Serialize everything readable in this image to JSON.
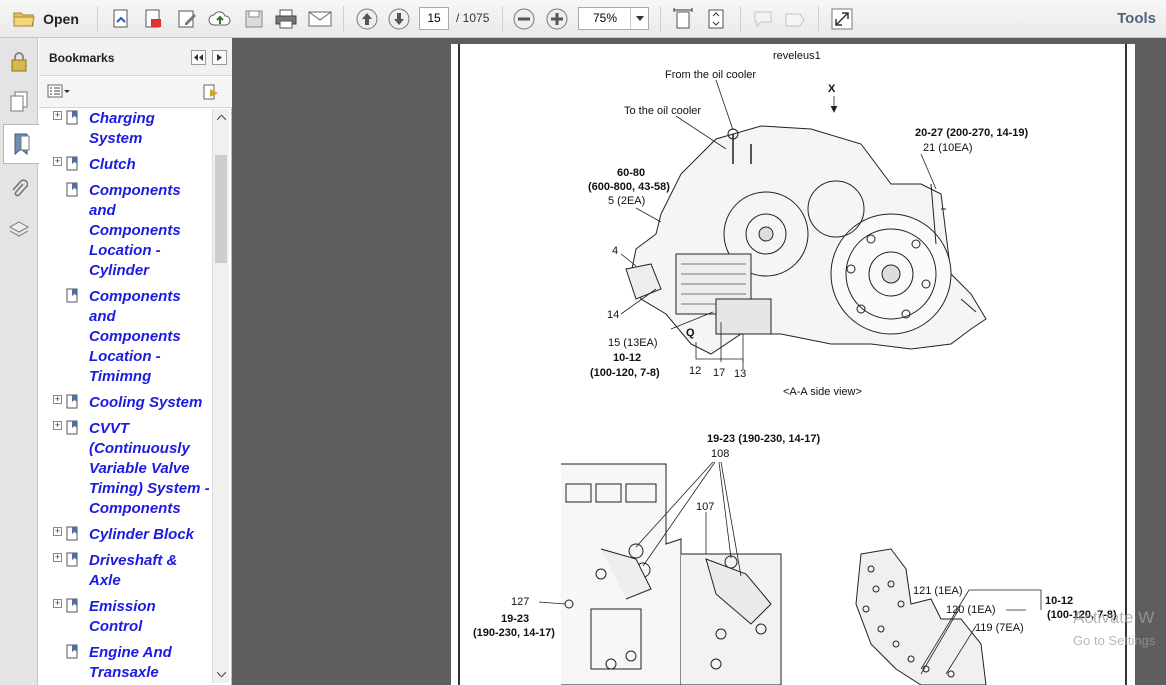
{
  "toolbar": {
    "open_label": "Open",
    "page_current": "15",
    "page_total": "/ 1075",
    "zoom": "75%",
    "tools_label": "Tools"
  },
  "bookmarks": {
    "title": "Bookmarks",
    "items": [
      {
        "label": "Charging System",
        "expandable": true
      },
      {
        "label": "Clutch",
        "expandable": true
      },
      {
        "label": "Components and Components Location - Cylinder",
        "expandable": false
      },
      {
        "label": "Components and Components Location - Timimng",
        "expandable": false
      },
      {
        "label": "Cooling System",
        "expandable": true
      },
      {
        "label": "CVVT (Continuously Variable Valve Timing) System - Components",
        "expandable": true
      },
      {
        "label": "Cylinder Block",
        "expandable": true
      },
      {
        "label": "Driveshaft & Axle",
        "expandable": true
      },
      {
        "label": "Emission Control",
        "expandable": true
      },
      {
        "label": "Engine And Transaxle",
        "expandable": false
      }
    ]
  },
  "document": {
    "header": "reveleus1",
    "top_labels": {
      "from_oil_cooler": "From the oil cooler",
      "to_oil_cooler": "To the oil cooler",
      "x_marker": "X",
      "t1_range": "20-27 (200-270, 14-19)",
      "t1_count": "21 (10EA)",
      "t2_range": "60-80",
      "t2_range2": "(600-800, 43-58)",
      "t2_count": "5 (2EA)",
      "p4": "4",
      "p14": "14",
      "q_marker": "Q",
      "p15": "15 (13EA)",
      "t3_range": "10-12",
      "t3_range2": "(100-120, 7-8)",
      "p12": "12",
      "p17": "17",
      "p13": "13",
      "side_view": "<A-A side view>"
    },
    "bottom_labels": {
      "t4_range": "19-23 (190-230, 14-17)",
      "p108": "108",
      "p107": "107",
      "p127": "127",
      "t5_range": "19-23",
      "t5_range2": "(190-230, 14-17)",
      "p121": "121 (1EA)",
      "p120": "120 (1EA)",
      "p119": "119 (7EA)",
      "t6_range": "10-12",
      "t6_range2": "(100-120, 7-8)"
    }
  },
  "watermark": {
    "line1": "Activate W",
    "line2": "Go to Settings"
  }
}
